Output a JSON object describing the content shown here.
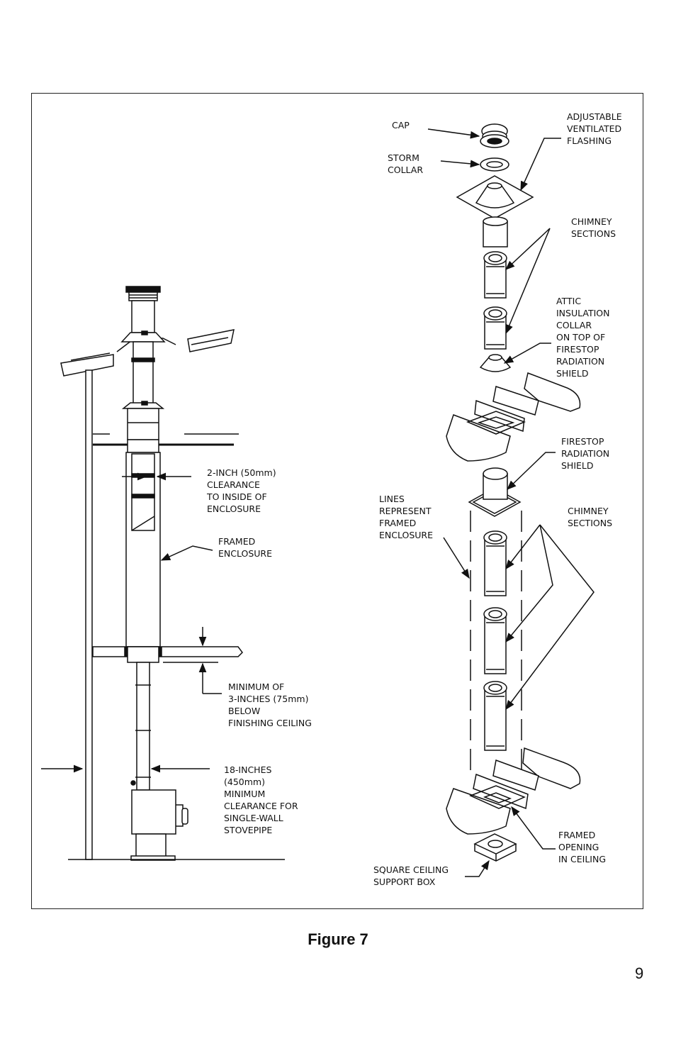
{
  "figure": {
    "caption": "Figure 7",
    "page_number": "9"
  },
  "labels": {
    "cap": "CAP",
    "storm_collar": "STORM\nCOLLAR",
    "adjustable_flashing": "ADJUSTABLE\nVENTILATED\nFLASHING",
    "chimney_sections_top": "CHIMNEY\nSECTIONS",
    "attic_insulation_collar": "ATTIC\nINSULATION\nCOLLAR\nON TOP OF\nFIRESTOP\nRADIATION\nSHIELD",
    "firestop_radiation_shield": "FIRESTOP\nRADIATION\nSHIELD",
    "chimney_sections_bottom": "CHIMNEY\nSECTIONS",
    "lines_framed_enclosure": "LINES\nREPRESENT\nFRAMED\nENCLOSURE",
    "framed_opening": "FRAMED\nOPENING\nIN CEILING",
    "square_support_box": "SQUARE CEILING\nSUPPORT BOX",
    "clearance_2inch": "2-INCH (50mm)\nCLEARANCE\nTO INSIDE OF\nENCLOSURE",
    "framed_enclosure": "FRAMED\nENCLOSURE",
    "minimum_3inch": "MINIMUM OF\n3-INCHES (75mm)\nBELOW\nFINISHING CEILING",
    "clearance_18inch": "18-INCHES\n(450mm)\nMINIMUM\nCLEARANCE FOR\nSINGLE-WALL\nSTOVEPIPE"
  }
}
